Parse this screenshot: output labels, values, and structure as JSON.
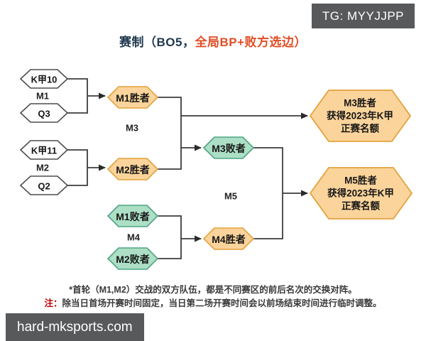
{
  "watermarks": {
    "tg": "TG: MYYJJPP",
    "site": "hard-mksports.com"
  },
  "title": {
    "prefix": "赛制（BO5，",
    "highlight": "全局BP+败方选边）"
  },
  "bracket": {
    "seeds": {
      "k10": "K甲10",
      "q3": "Q3",
      "k11": "K甲11",
      "q2": "Q2"
    },
    "nodes": {
      "m1_winner": "M1胜者",
      "m2_winner": "M2胜者",
      "m3_loser": "M3败者",
      "m1_loser": "M1败者",
      "m2_loser": "M2败者",
      "m4_winner": "M4胜者"
    },
    "match_labels": {
      "m1": "M1",
      "m2": "M2",
      "m3": "M3",
      "m4": "M4",
      "m5": "M5"
    },
    "finals": {
      "m3": {
        "line1": "M3胜者",
        "line2": "获得2023年K甲",
        "line3": "正赛名额"
      },
      "m5": {
        "line1": "M5胜者",
        "line2": "获得2023年K甲",
        "line3": "正赛名额"
      }
    }
  },
  "notes": {
    "line1": "*首轮（M1,M2）交战的双方队伍，都是不同赛区的前后名次的交换对阵。",
    "line2_label": "注：",
    "line2_text": "除当日首场开赛时间固定，当日第二场开赛时间会以前场结束时间进行临时调整。"
  },
  "colors": {
    "orange_fill": "#FBD49B",
    "orange_border": "#E3A23C",
    "green_fill": "#ACDFC5",
    "green_border": "#4FA584",
    "title_dark": "#1F3850",
    "title_accent": "#E14E26",
    "note_red": "#C00000",
    "watermark_bg": "#58595B",
    "line": "#3C3C3C"
  }
}
